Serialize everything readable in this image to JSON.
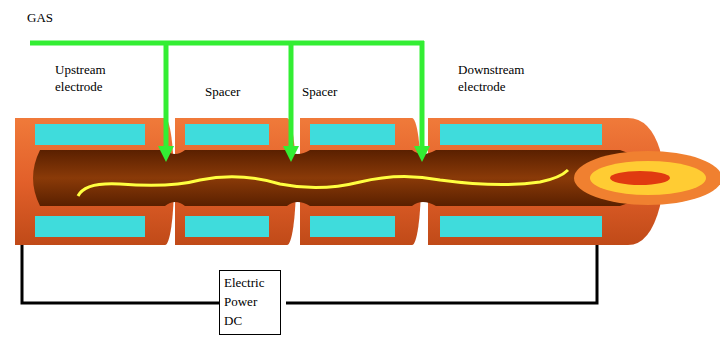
{
  "diagram": {
    "nodes": [
      {
        "text": [
          "Electric Power DC"
        ]
      }
    ],
    "labels": [
      "GAS",
      "Upstream electrode",
      "Spacer",
      "Spacer",
      "Downstream electrode"
    ]
  }
}
